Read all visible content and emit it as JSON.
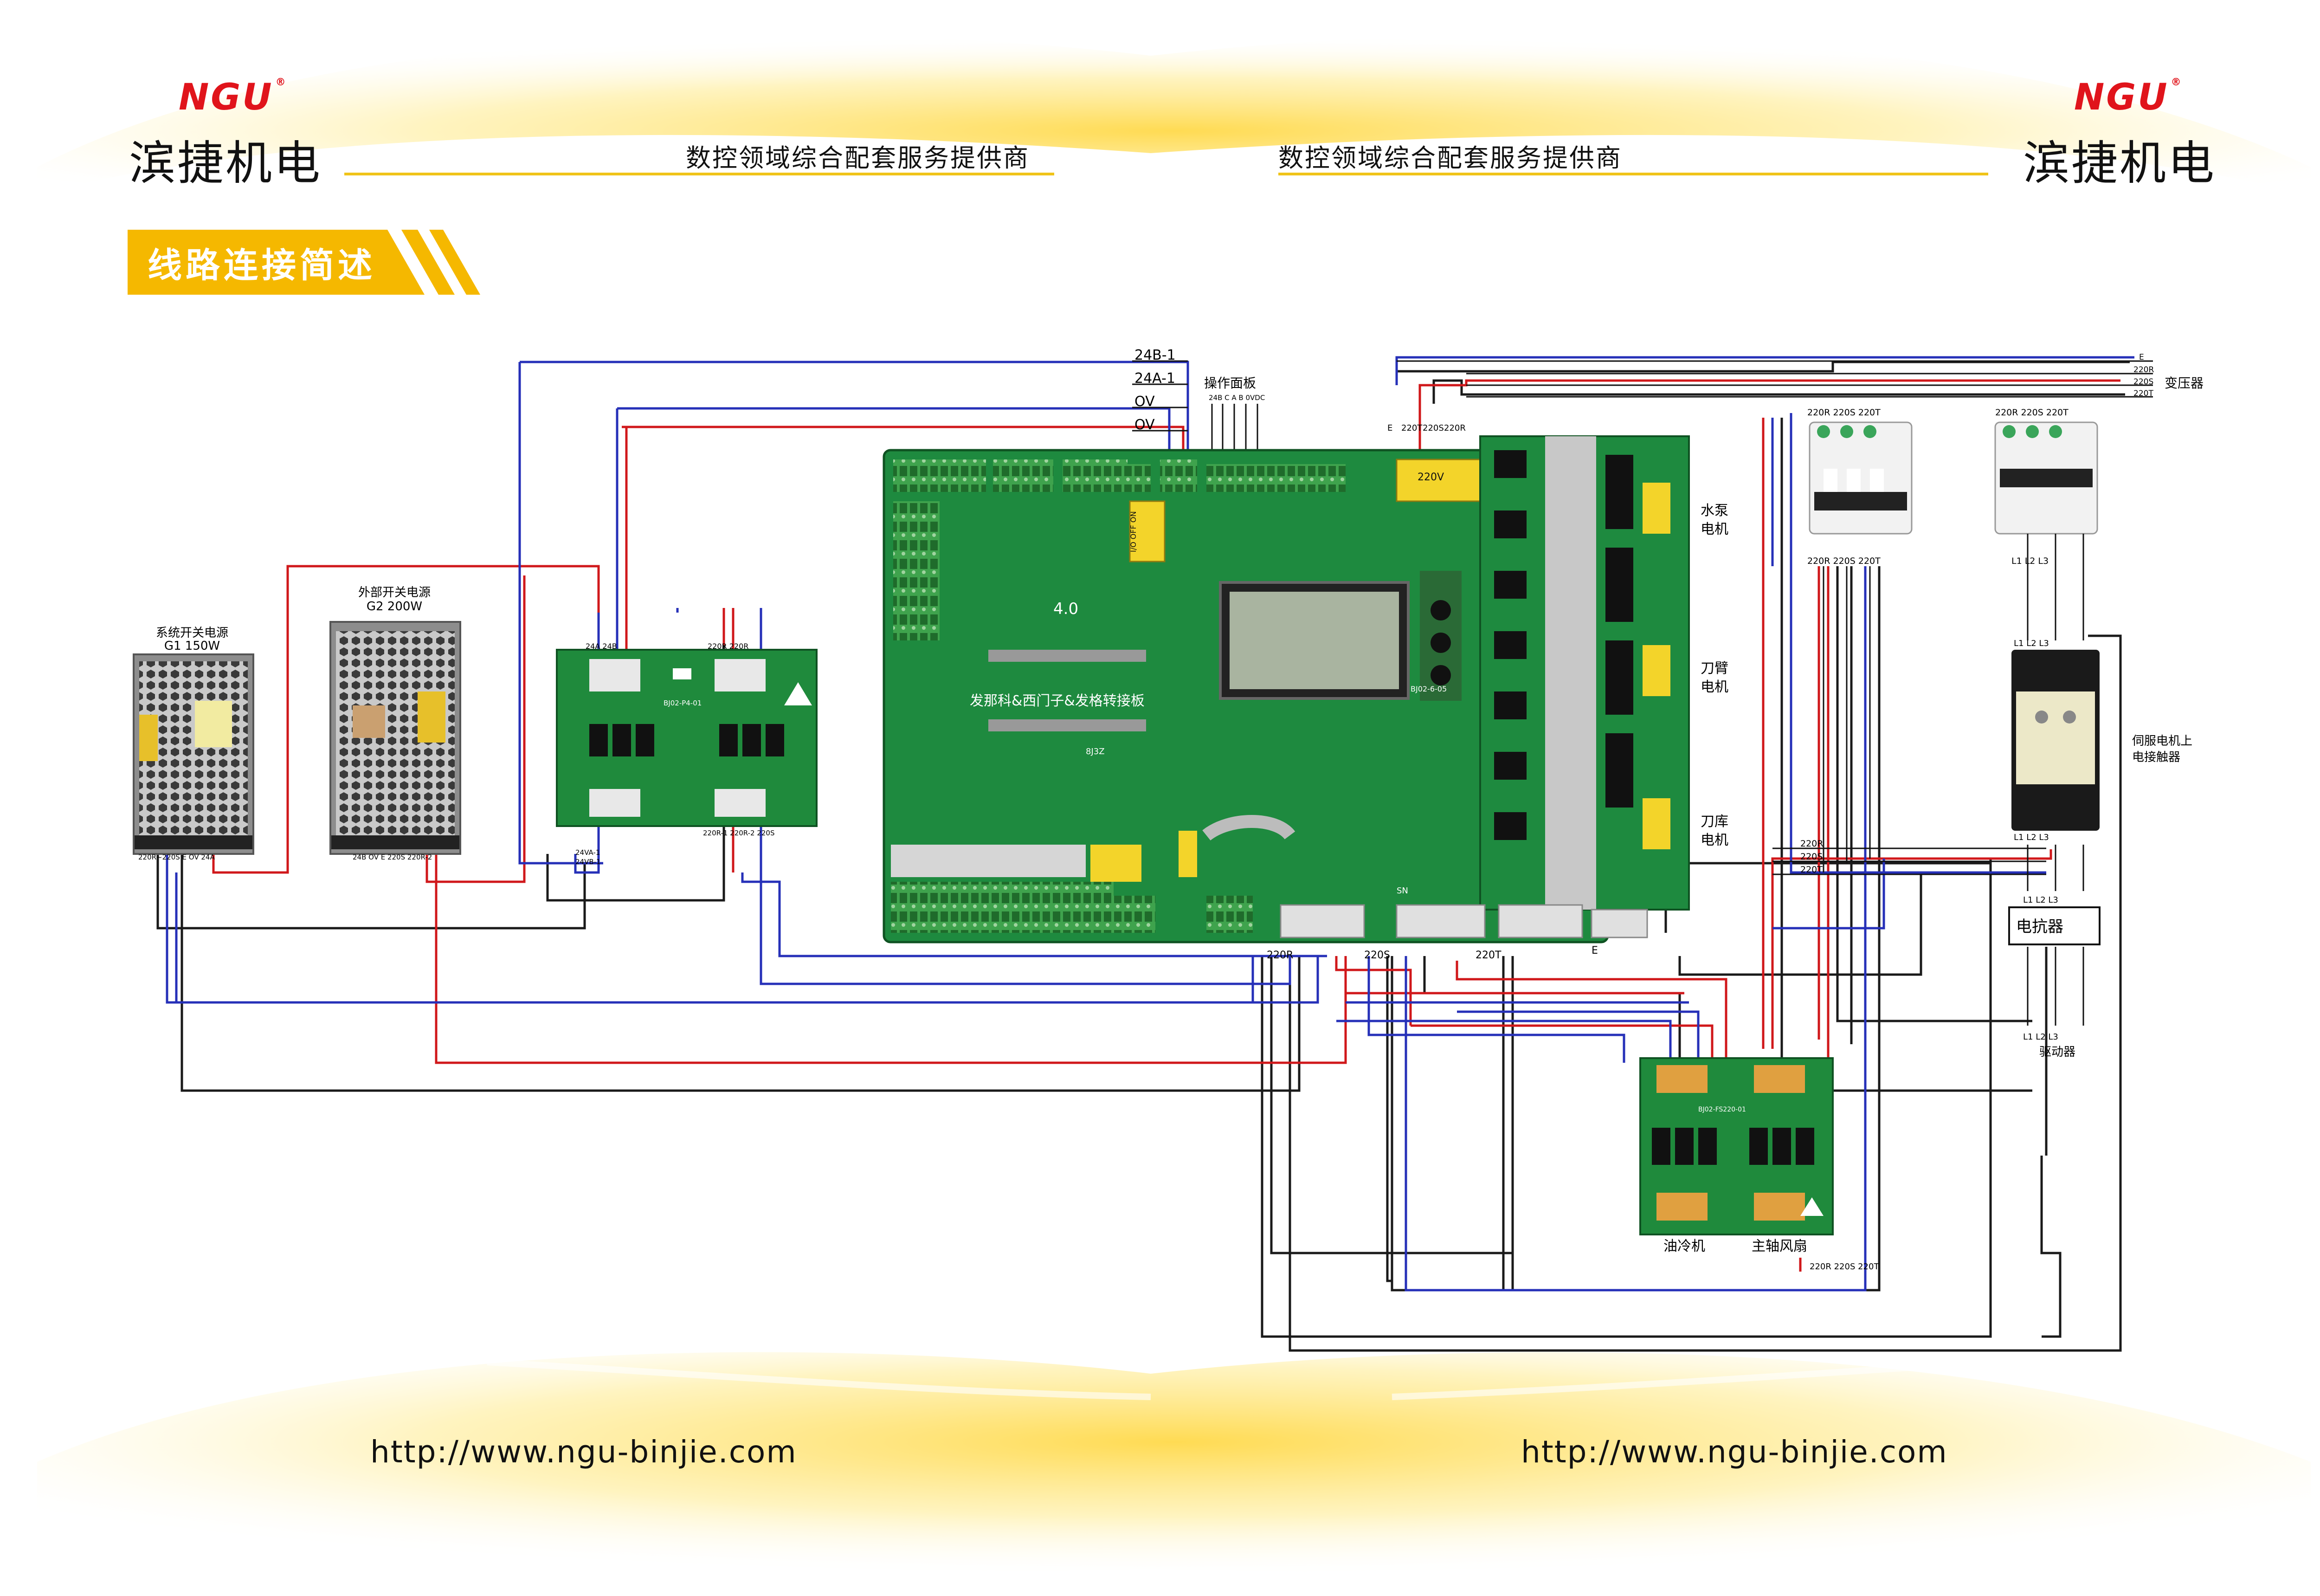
{
  "header": {
    "logo_left": "NGU",
    "logo_right": "NGU",
    "reg_mark": "®",
    "company_left": "滨捷机电",
    "company_right": "滨捷机电",
    "tagline_left": "数控领域综合配套服务提供商",
    "tagline_right": "数控领域综合配套服务提供商"
  },
  "section": {
    "title": "线路连接简述"
  },
  "footer": {
    "url_left": "http://www.ngu-binjie.com",
    "url_right": "http://www.ngu-binjie.com"
  },
  "diagram": {
    "psu_g1": {
      "title1": "系统开关电源",
      "title2": "G1 150W",
      "terms": "220R~220S   E  OV   24A"
    },
    "psu_g2": {
      "title1": "外部开关电源",
      "title2": "G2 200W",
      "terms": "24B    OV    E   220S 220R-2"
    },
    "relay_board": {
      "top_left": "24A 24B",
      "top_right": "220R     220R",
      "model": "BJ02-P4-01",
      "bottom_left": "24VA-1",
      "bottom_left2": "24VB-1",
      "bottom_right": "220R-1   220R-2   220S"
    },
    "signals": {
      "b24": "24B-1",
      "a24": "24A-1",
      "ov1": "OV",
      "ov2": "OV"
    },
    "operator_panel": {
      "title": "操作面板",
      "pins": "24B C  A B 0VDC"
    },
    "main_board": {
      "title": "发那科&西门子&发格转接板",
      "code": "4.0",
      "ver": "BJ02-6-05",
      "sub_label": "8J3Z",
      "power_chip": "220V",
      "onoff": "I/O OFF ON",
      "sn": "SN",
      "tops": [
        "220T",
        "220S",
        "220R"
      ],
      "e_top": "E",
      "bottom_terms": [
        "220R",
        "220S",
        "220T",
        "E"
      ]
    },
    "motor_labels": [
      {
        "l1": "水泵",
        "l2": "电机"
      },
      {
        "l1": "刀臂",
        "l2": "电机"
      },
      {
        "l1": "刀库",
        "l2": "电机"
      }
    ],
    "transformer": {
      "label": "变压器",
      "lines": [
        "E",
        "220R",
        "220S",
        "220T"
      ]
    },
    "breaker1": {
      "top": "220R 220S 220T",
      "bottom": "220R 220S 220T"
    },
    "breaker2": {
      "top": "220R 220S 220T",
      "bottom": "L1   L2   L3"
    },
    "contactor": {
      "top": "L1   L2   L3",
      "bottom": "L1   L2   L3",
      "label1": "伺服电机上",
      "label2": "电接触器"
    },
    "reactor": {
      "label": "电抗器",
      "top": "L1   L2   L3",
      "bottom": "L1   L2   L3",
      "drive": "驱动器"
    },
    "right_bus": {
      "lines": [
        "220R",
        "220S",
        "220T"
      ]
    },
    "fan_board": {
      "model": "BJ02-FS220-01",
      "left_out": "油冷机",
      "right_out": "主轴风扇",
      "feed": "220R 220S 220T"
    }
  }
}
